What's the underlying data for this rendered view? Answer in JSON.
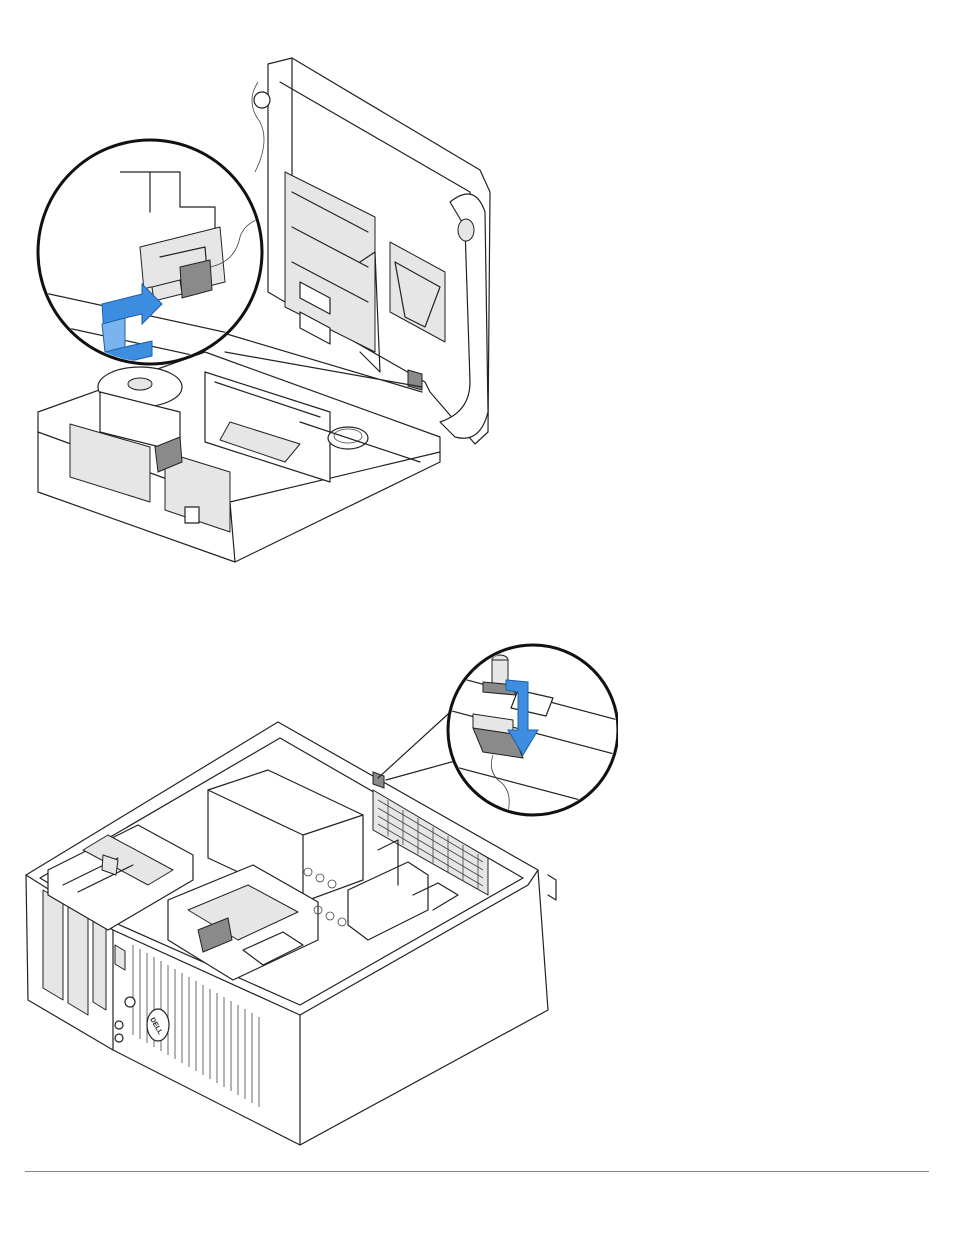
{
  "figures": [
    {
      "id": "top",
      "subject": "small-form-factor-chassis-open-with-intrusion-switch-callout",
      "accent_color": "#3d8ee0"
    },
    {
      "id": "bottom",
      "subject": "mini-tower-chassis-with-intrusion-switch-callout",
      "accent_color": "#3d8ee0"
    }
  ],
  "logo_text": "DELL",
  "colors": {
    "line": "#222222",
    "shade": "#e6e6e6",
    "arrow": "#3d8ee0",
    "rule": "#888888"
  }
}
